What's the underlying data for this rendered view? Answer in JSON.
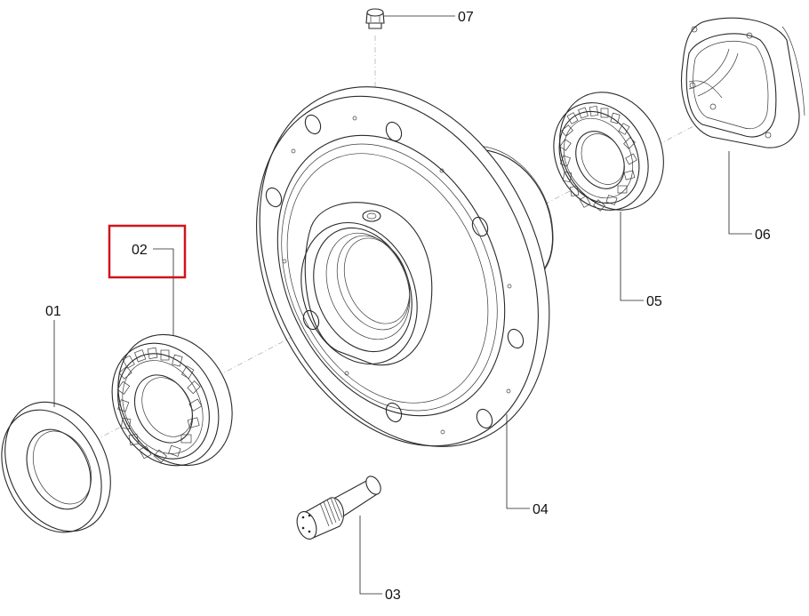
{
  "callouts": [
    {
      "id": "01",
      "label": "01"
    },
    {
      "id": "02",
      "label": "02"
    },
    {
      "id": "03",
      "label": "03"
    },
    {
      "id": "04",
      "label": "04"
    },
    {
      "id": "05",
      "label": "05"
    },
    {
      "id": "06",
      "label": "06"
    },
    {
      "id": "07",
      "label": "07"
    }
  ],
  "highlight": {
    "callout": "02",
    "color": "#d0151b"
  }
}
